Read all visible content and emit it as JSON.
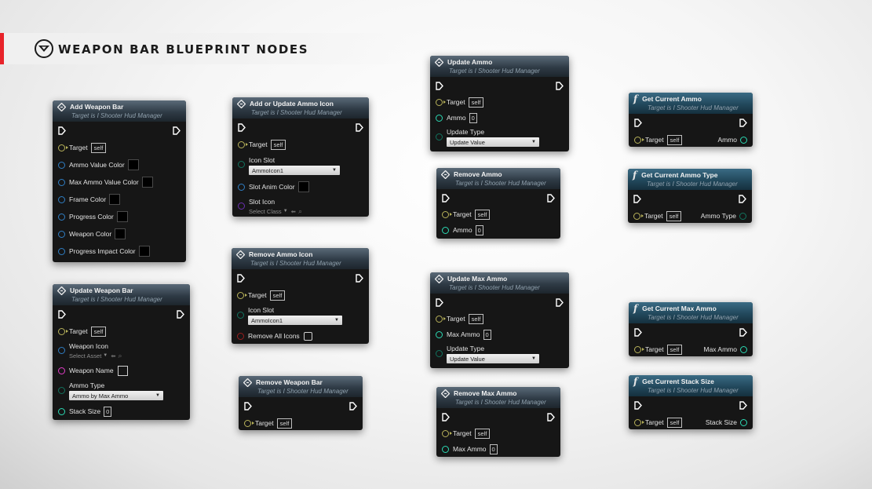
{
  "header": {
    "title": "WEAPON BAR BLUEPRINT NODES"
  },
  "common": {
    "target_subtitle": "Target is I Shooter Hud Manager",
    "target_label": "Target",
    "self_value": "self",
    "zero_value": "0"
  },
  "nodes": {
    "add_weapon_bar": {
      "title": "Add Weapon Bar",
      "pins": [
        "Ammo Value Color",
        "Max Ammo Value Color",
        "Frame Color",
        "Progress Color",
        "Weapon Color",
        "Progress Impact Color"
      ]
    },
    "update_weapon_bar": {
      "title": "Update Weapon Bar",
      "weapon_icon": "Weapon Icon",
      "select_asset": "Select Asset",
      "weapon_name": "Weapon Name",
      "ammo_type": "Ammo Type",
      "ammo_type_value": "Ammo by Max Ammo",
      "stack_size": "Stack Size"
    },
    "add_update_ammo_icon": {
      "title": "Add or Update Ammo Icon",
      "icon_slot": "Icon Slot",
      "icon_slot_value": "AmmoIcon1",
      "slot_anim_color": "Slot Anim Color",
      "slot_icon": "Slot Icon",
      "select_class": "Select Class"
    },
    "remove_ammo_icon": {
      "title": "Remove Ammo Icon",
      "icon_slot": "Icon Slot",
      "icon_slot_value": "AmmoIcon1",
      "remove_all": "Remove All Icons"
    },
    "remove_weapon_bar": {
      "title": "Remove Weapon Bar"
    },
    "update_ammo": {
      "title": "Update Ammo",
      "ammo": "Ammo",
      "update_type": "Update Type",
      "update_type_value": "Update Value"
    },
    "remove_ammo": {
      "title": "Remove Ammo",
      "ammo": "Ammo"
    },
    "update_max_ammo": {
      "title": "Update Max Ammo",
      "max_ammo": "Max Ammo",
      "update_type": "Update Type",
      "update_type_value": "Update Value"
    },
    "remove_max_ammo": {
      "title": "Remove Max Ammo",
      "max_ammo": "Max Ammo"
    },
    "get_current_ammo": {
      "title": "Get Current Ammo",
      "ret": "Ammo"
    },
    "get_current_ammo_type": {
      "title": "Get Current Ammo Type",
      "ret": "Ammo Type"
    },
    "get_current_max_ammo": {
      "title": "Get Current Max Ammo",
      "ret": "Max Ammo"
    },
    "get_current_stack_size": {
      "title": "Get Current Stack Size",
      "ret": "Stack Size"
    }
  },
  "colors": {
    "accent": "#e8232a",
    "node_bg": "#0e0e0e",
    "object_pin": "#b8b25a",
    "struct_pin": "#2f7ec4",
    "int_pin": "#2bd9b3",
    "enum_pin": "#11735e",
    "class_pin": "#6a2fb0",
    "string_pin": "#e23dc8",
    "bool_pin": "#9a1d1d"
  },
  "icons": {
    "header_logo": "winged-emblem-icon",
    "event_node": "diamond-arrow-icon",
    "function_node": "function-f-icon",
    "exec": "exec-arrow-icon"
  }
}
